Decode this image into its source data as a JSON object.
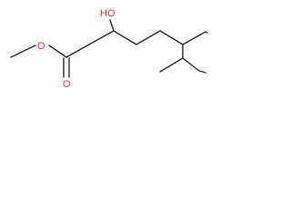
{
  "molecule": {
    "atom_labels": {
      "hydroxyl": "HO",
      "ester_oxygen": "O",
      "carbonyl_oxygen": "O"
    },
    "colors": {
      "bond": "#2b2b2b",
      "heteroatom": "#ff2a2a",
      "background": "#ffffff"
    }
  }
}
